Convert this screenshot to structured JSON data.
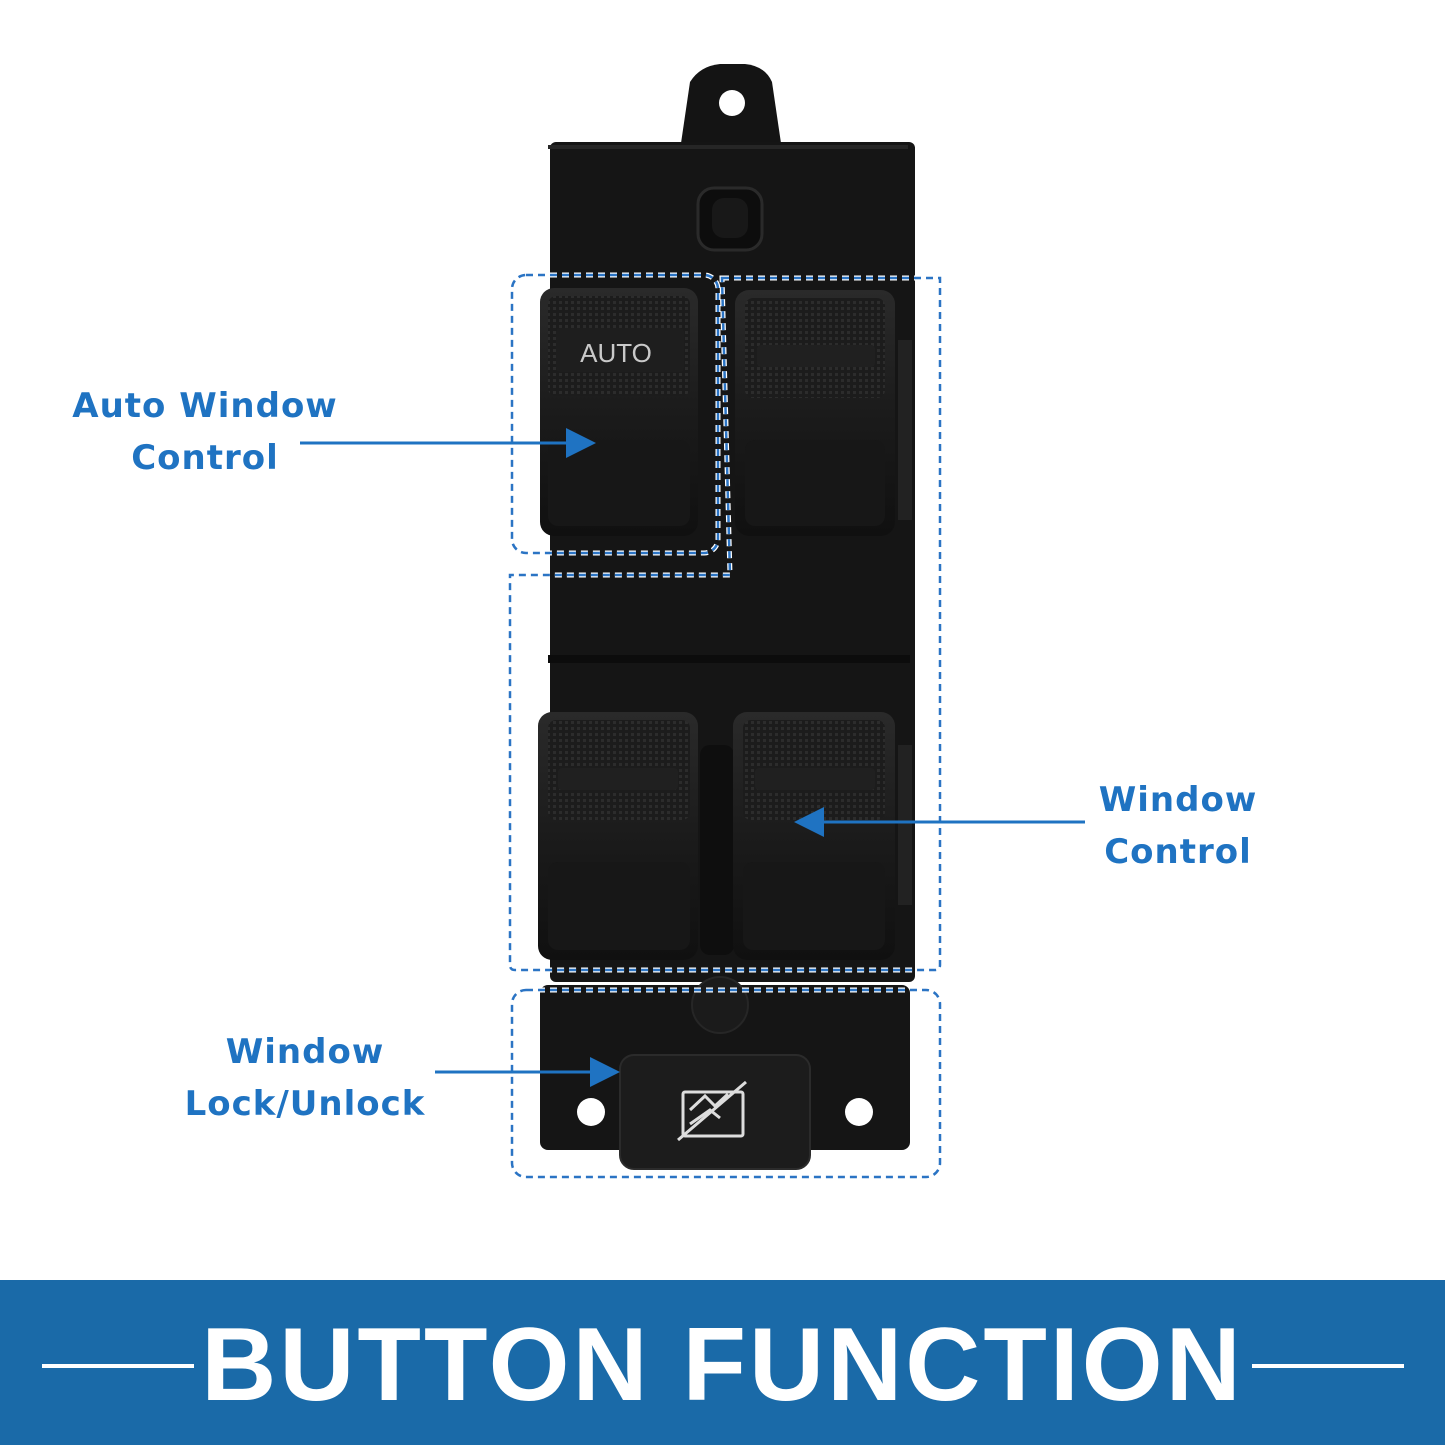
{
  "switch": {
    "auto_button_text": "AUTO"
  },
  "callouts": {
    "auto_window": {
      "line1": "Auto Window",
      "line2": "Control"
    },
    "window_control": {
      "line1": "Window",
      "line2": "Control"
    },
    "window_lock": {
      "line1": "Window",
      "line2": "Lock/Unlock"
    }
  },
  "banner": {
    "title": "BUTTON FUNCTION"
  },
  "colors": {
    "accent_blue": "#1f73c2",
    "banner_blue": "#1a6aa8",
    "switch_black": "#151515"
  },
  "icons": [
    "window-lock-icon"
  ]
}
